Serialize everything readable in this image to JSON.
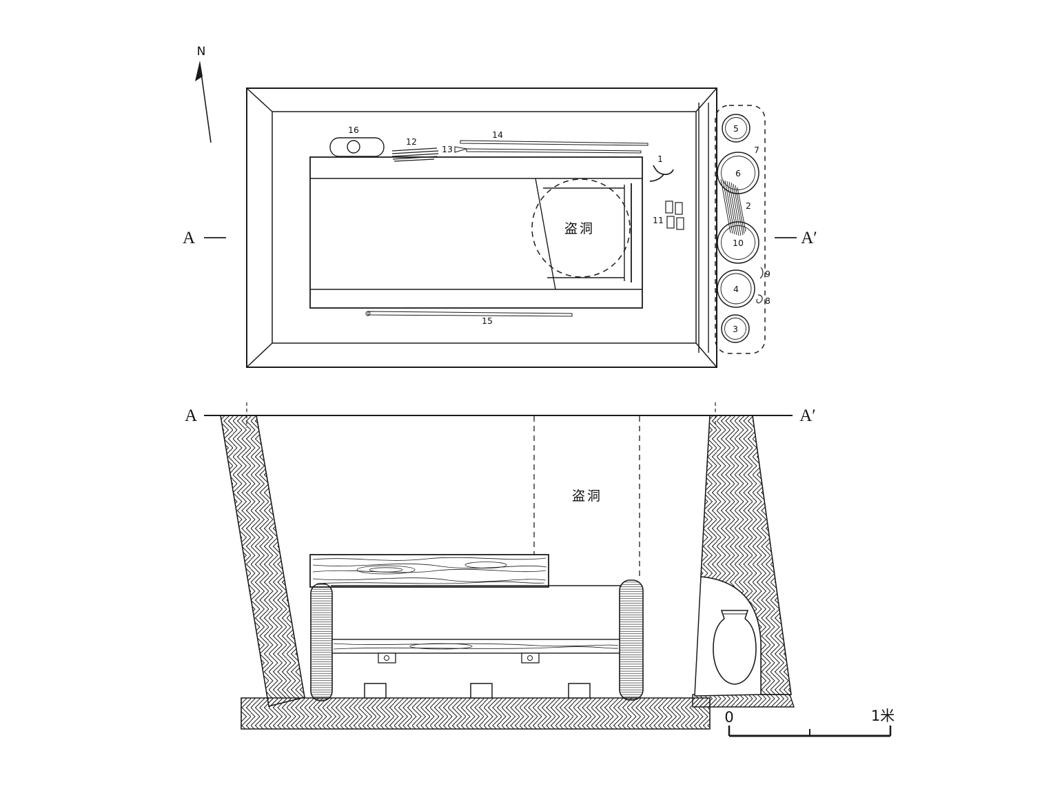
{
  "compass": {
    "north_label": "N"
  },
  "plan": {
    "section_marker_left": "A",
    "section_marker_right": "A′",
    "robber_hole_label": "盗洞",
    "finds": {
      "f1": "1",
      "f11": "11",
      "f12": "12",
      "f13": "13",
      "f14": "14",
      "f15": "15",
      "f16": "16"
    },
    "niche_finds": {
      "f2": "2",
      "f3": "3",
      "f4": "4",
      "f5": "5",
      "f6": "6",
      "f7": "7",
      "f8": "8",
      "f9": "9",
      "f10": "10"
    }
  },
  "section": {
    "section_marker_left": "A",
    "section_marker_right": "A′",
    "robber_hole_label": "盗洞"
  },
  "scale_bar": {
    "zero_label": "0",
    "max_label": "1米"
  },
  "colors": {
    "ink": "#1a1a1a",
    "paper": "#ffffff"
  }
}
